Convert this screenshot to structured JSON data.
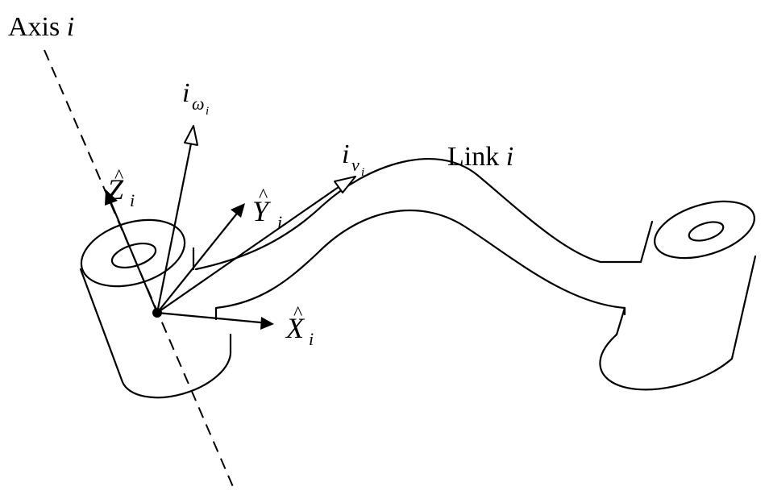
{
  "labels": {
    "axis": {
      "word": "Axis",
      "var": "i"
    },
    "link": {
      "word": "Link",
      "var": "i"
    },
    "z_hat": {
      "base": "Z",
      "hat": "^",
      "sub": "i"
    },
    "y_hat": {
      "base": "Y",
      "hat": "^",
      "sub": "i"
    },
    "x_hat": {
      "base": "X",
      "hat": "^",
      "sub": "i"
    },
    "omega": {
      "base": "i",
      "sub": "ω",
      "subsub": "i"
    },
    "velocity": {
      "base": "i",
      "sub": "v",
      "subsub": "i"
    }
  },
  "colors": {
    "stroke": "#000000",
    "background": "#ffffff"
  }
}
